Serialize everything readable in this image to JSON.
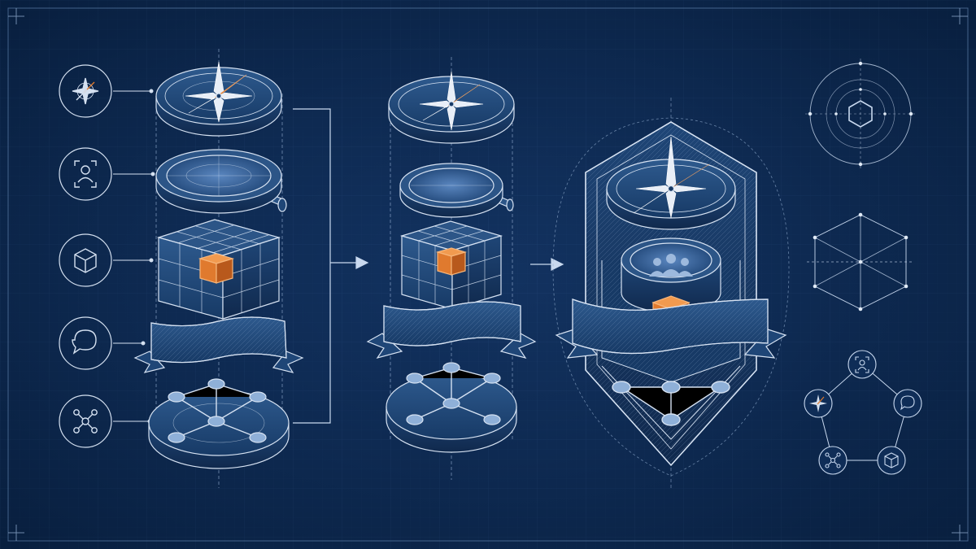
{
  "diagram": {
    "kind": "blueprint-layer-assembly",
    "layers": [
      {
        "id": "navigation",
        "icon": "compass-icon",
        "object": "compass-disc"
      },
      {
        "id": "audience",
        "icon": "user-frame-icon",
        "object": "magnifier-lens"
      },
      {
        "id": "product",
        "icon": "cube-icon",
        "object": "grid-cube-with-core"
      },
      {
        "id": "messaging",
        "icon": "speech-bubble-icon",
        "object": "ribbon-banner"
      },
      {
        "id": "network",
        "icon": "network-nodes-icon",
        "object": "node-network-platform"
      }
    ],
    "stages": [
      "exploded-layers",
      "aligned-stack",
      "assembled-emblem"
    ],
    "emblem_contents": [
      "compass-icon",
      "people-group-icon",
      "cube-icon",
      "ribbon-banner",
      "network-nodes-icon"
    ],
    "reference_glyphs": [
      "hexagon-target",
      "hexagonal-wireframe",
      "pentagon-icon-cycle"
    ],
    "cycle_icons": [
      "user-frame-icon",
      "speech-bubble-icon",
      "cube-icon",
      "network-nodes-icon",
      "compass-icon"
    ],
    "colors": {
      "background": "#0d2a52",
      "line": "#c9d9ef",
      "accent": "#e07a2e",
      "fill_dark": "#163863",
      "fill_mid": "#2c5587"
    }
  }
}
